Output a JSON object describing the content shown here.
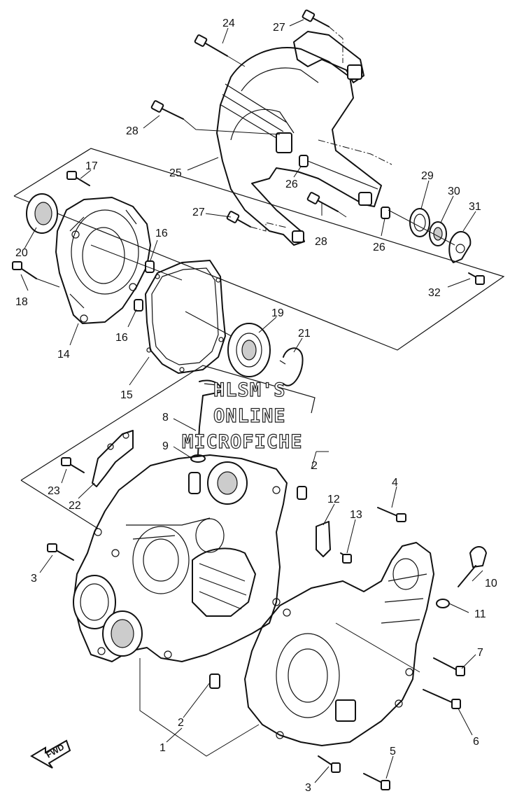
{
  "watermark": {
    "line1": "HLSM'S",
    "line2": "ONLINE",
    "line3": "MICROFICHE"
  },
  "direction_label": "FWD",
  "callouts": [
    "1",
    "2",
    "2",
    "2",
    "3",
    "3",
    "4",
    "5",
    "6",
    "7",
    "8",
    "9",
    "10",
    "11",
    "12",
    "13",
    "14",
    "15",
    "16",
    "16",
    "17",
    "18",
    "19",
    "20",
    "21",
    "22",
    "23",
    "24",
    "25",
    "26",
    "26",
    "27",
    "27",
    "28",
    "28",
    "29",
    "30",
    "31",
    "32"
  ]
}
